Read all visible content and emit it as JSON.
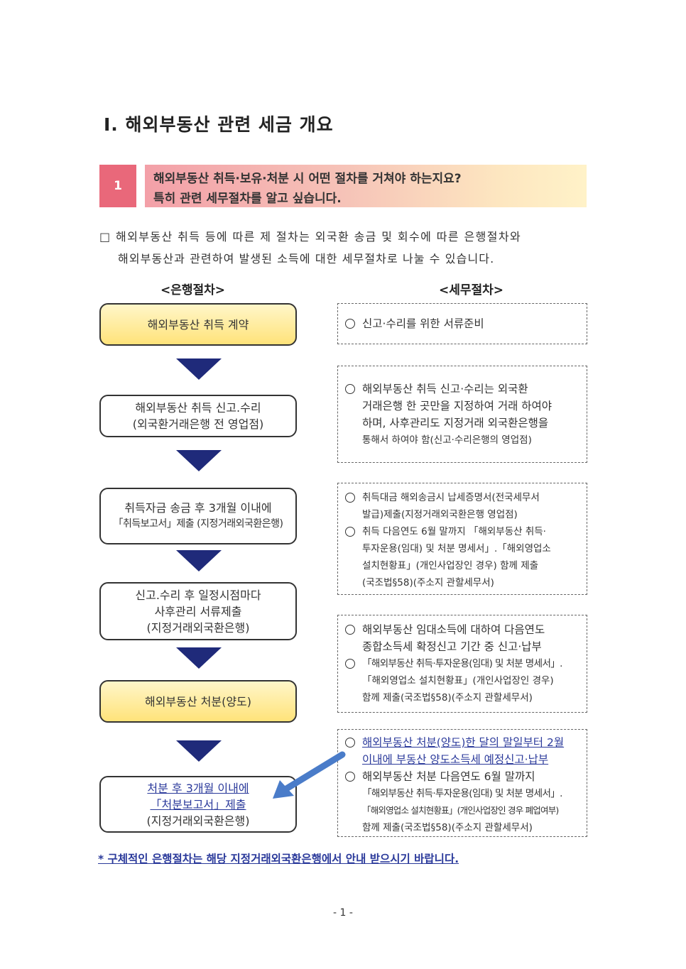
{
  "section_title": "Ⅰ. 해외부동산 관련 세금 개요",
  "question": {
    "number": "1",
    "line1": "해외부동산 취득·보유·처분 시 어떤 절차를 거쳐야 하는지요?",
    "line2": "특히 관련 세무절차를 알고 싶습니다."
  },
  "intro": {
    "line1": "□ 해외부동산 취득 등에 따른 제 절차는 외국환 송금 및 회수에 따른 은행절차와",
    "line2": "해외부동산과 관련하여 발생된 소득에 대한 세무절차로 나눌 수 있습니다."
  },
  "bank_header": "<은행절차>",
  "tax_header": "<세무절차>",
  "bank_steps": [
    {
      "lines": [
        "해외부동산 취득 계약"
      ]
    },
    {
      "lines": [
        "해외부동산 취득 신고.수리",
        "(외국환거래은행 전 영업점)"
      ]
    },
    {
      "lines": [
        "취득자금 송금 후 3개월 이내에",
        "「취득보고서」제출 (지정거래외국환은행)"
      ]
    },
    {
      "lines": [
        "신고.수리 후 일정시점마다",
        "사후관리 서류제출",
        "(지정거래외국환은행)"
      ]
    },
    {
      "lines": [
        "해외부동산 처분(양도)"
      ]
    },
    {
      "lines": [
        "처분 후 3개월 이내에",
        "「처분보고서」제출",
        "(지정거래외국환은행)"
      ]
    }
  ],
  "tax_steps": [
    {
      "items": [
        {
          "lines": [
            "신고·수리를 위한 서류준비"
          ]
        }
      ]
    },
    {
      "items": [
        {
          "lines": [
            "해외부동산 취득 신고·수리는   외국환",
            "거래은행 한 곳만을 지정하여 거래 하여야",
            "하며, 사후관리도 지정거래 외국환은행을",
            "통해서 하여야 함(신고·수리은행의 영업점)"
          ]
        }
      ]
    },
    {
      "items": [
        {
          "lines": [
            "취득대금 해외송금시 납세증명서(전국세무서",
            "발급)제출(지정거래외국환은행 영업점)"
          ]
        },
        {
          "lines": [
            "취득 다음연도 6월 말까지 「해외부동산 취득·",
            "투자운용(임대) 및 처분 명세서」.「해외영업소",
            "설치현황표」(개인사업장인 경우) 함께 제출",
            "(국조법§58)(주소지 관할세무서)"
          ]
        }
      ]
    },
    {
      "items": [
        {
          "lines": [
            "해외부동산 임대소득에 대하여 다음연도",
            "종합소득세 확정신고 기간 중 신고·납부"
          ]
        },
        {
          "lines": [
            "「해외부동산 취득·투자운용(임대) 및 처분 명세서」.",
            "「해외영업소 설치현황표」(개인사업장인 경우)",
            "함께 제출(국조법§58)(주소지 관할세무서)"
          ]
        }
      ]
    },
    {
      "items": [
        {
          "lines": [
            "해외부동산 처분(양도)한 달의 말일부터 2월",
            "이내에 부동산 양도소득세 예정신고·납부"
          ]
        },
        {
          "lines": [
            "해외부동산 처분 다음연도 6월 말까지",
            "「해외부동산 취득·투자운용(임대) 및 처분 명세서」.",
            "「해외영업소 설치현황표」(개인사업장인 경우 폐업여부)",
            "함께 제출(국조법§58)(주소지 관할세무서)"
          ]
        }
      ]
    }
  ],
  "footnote": "* 구체적인 은행절차는 해당 지정거래외국환은행에서 안내 받으시기 바랍니다.",
  "page_number": "- 1 -",
  "colors": {
    "accent_pink": "#e9687a",
    "arrow_navy": "#1f2a7a",
    "link_blue": "#2b3a9b",
    "pointer_blue": "#4a7cc9"
  }
}
